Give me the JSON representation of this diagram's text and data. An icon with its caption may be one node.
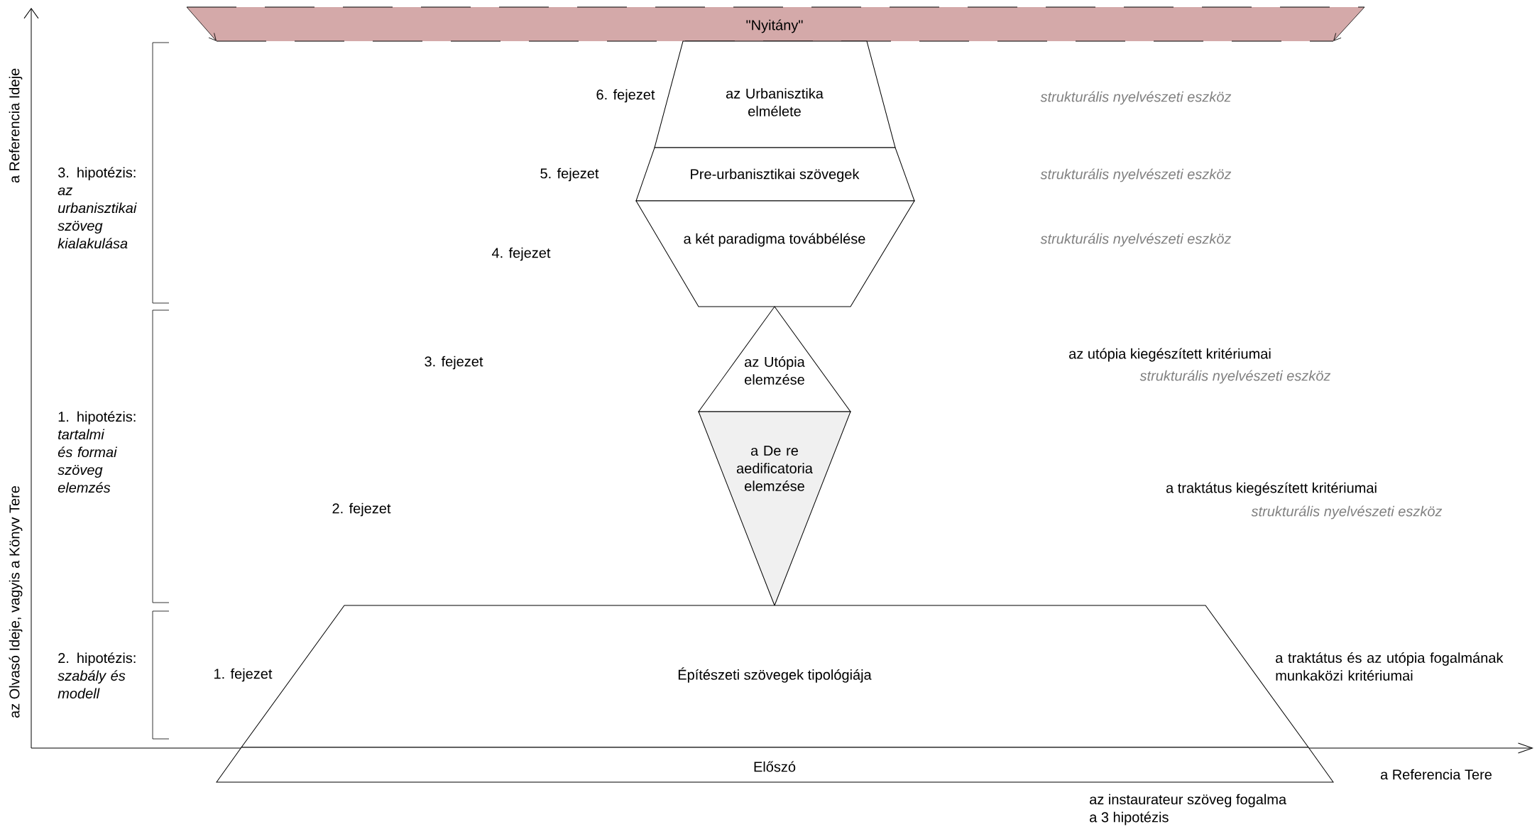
{
  "diagram": {
    "nodes": [
      {
        "text": [
          "\"Nyitány\""
        ]
      },
      {
        "text": [
          "az Urbanisztika elmélete"
        ]
      },
      {
        "text": [
          "Pre-urbanisztikai szövegek"
        ]
      },
      {
        "text": [
          "a két paradigma továbbélése"
        ]
      },
      {
        "text": [
          "az Utópia elemzése"
        ]
      },
      {
        "text": [
          "a De re aedificatoria elemzése"
        ]
      },
      {
        "text": [
          "Építészeti szövegek tipológiája"
        ]
      },
      {
        "text": [
          "Előszó"
        ]
      }
    ],
    "labels": [
      "a Referencia Ideje",
      "3. hipotézis: *az urbanisztikai szöveg kialakulása*",
      "6. fejezet",
      "strukturális nyelvészeti eszköz",
      "5. fejezet",
      "strukturális nyelvészeti eszköz",
      "4. fejezet",
      "strukturális nyelvészeti eszköz",
      "3. fejezet",
      "az utópia kiegészített kritériumai",
      "strukturális nyelvészeti eszköz",
      "1. hipotézis: *tartalmi és formai szöveg elemzés*",
      "2. fejezet",
      "a traktátus kiegészített kritériumai",
      "strukturális nyelvészeti eszköz",
      "az Olvasó Ideje, vagyis a Könyv Tere",
      "2. hipotézis: *szabály és modell*",
      "1. fejezet",
      "a traktátus és az utópia fogalmának munkaközi kritériumai",
      "a Referencia Tere",
      "az instaurateur szöveg fogalma",
      "a 3 hipotézis"
    ]
  }
}
